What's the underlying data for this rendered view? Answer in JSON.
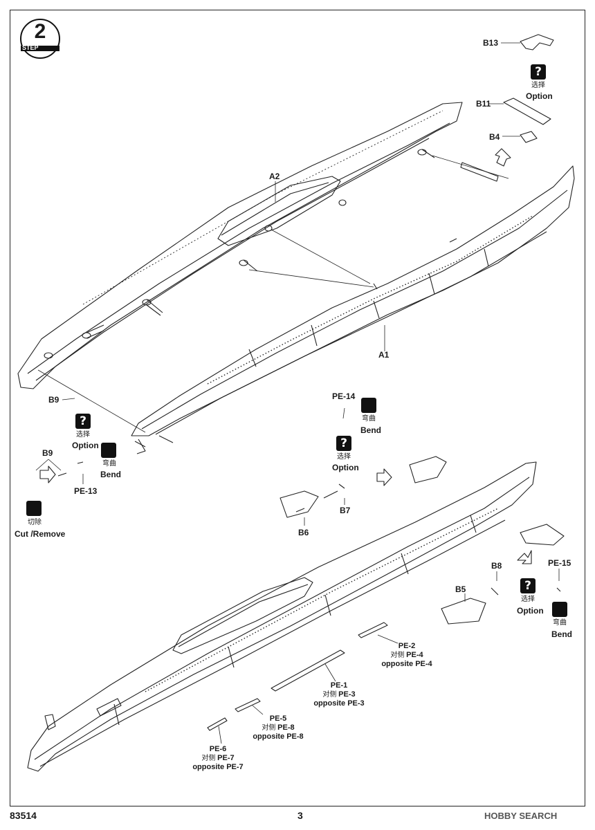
{
  "step": {
    "number": "2",
    "word": "STEP"
  },
  "parts": {
    "A1": "A1",
    "A2": "A2",
    "B4": "B4",
    "B5": "B5",
    "B6": "B6",
    "B7": "B7",
    "B8": "B8",
    "B9a": "B9",
    "B9b": "B9",
    "B11": "B11",
    "B13": "B13",
    "PE13": "PE-13",
    "PE14": "PE-14",
    "PE15": "PE-15"
  },
  "notes": {
    "option_cn": "选择",
    "option_en": "Option",
    "option_glyph": "?",
    "bend_cn": "弯曲",
    "bend_en": "Bend",
    "cut_cn": "切除",
    "cut_en": "Cut /Remove"
  },
  "photoetch": [
    {
      "id": "PE-2",
      "cn": "对侧",
      "pair": "PE-4",
      "en": "opposite PE-4"
    },
    {
      "id": "PE-1",
      "cn": "对侧",
      "pair": "PE-3",
      "en": "opposite PE-3"
    },
    {
      "id": "PE-5",
      "cn": "对侧",
      "pair": "PE-8",
      "en": "opposite PE-8"
    },
    {
      "id": "PE-6",
      "cn": "对侧",
      "pair": "PE-7",
      "en": "opposite PE-7"
    }
  ],
  "footer": {
    "code": "83514",
    "page": "3",
    "watermark": "HOBBY SEARCH"
  },
  "colors": {
    "ink": "#1a1a1a",
    "paper": "#ffffff",
    "watermark": "#555555"
  }
}
